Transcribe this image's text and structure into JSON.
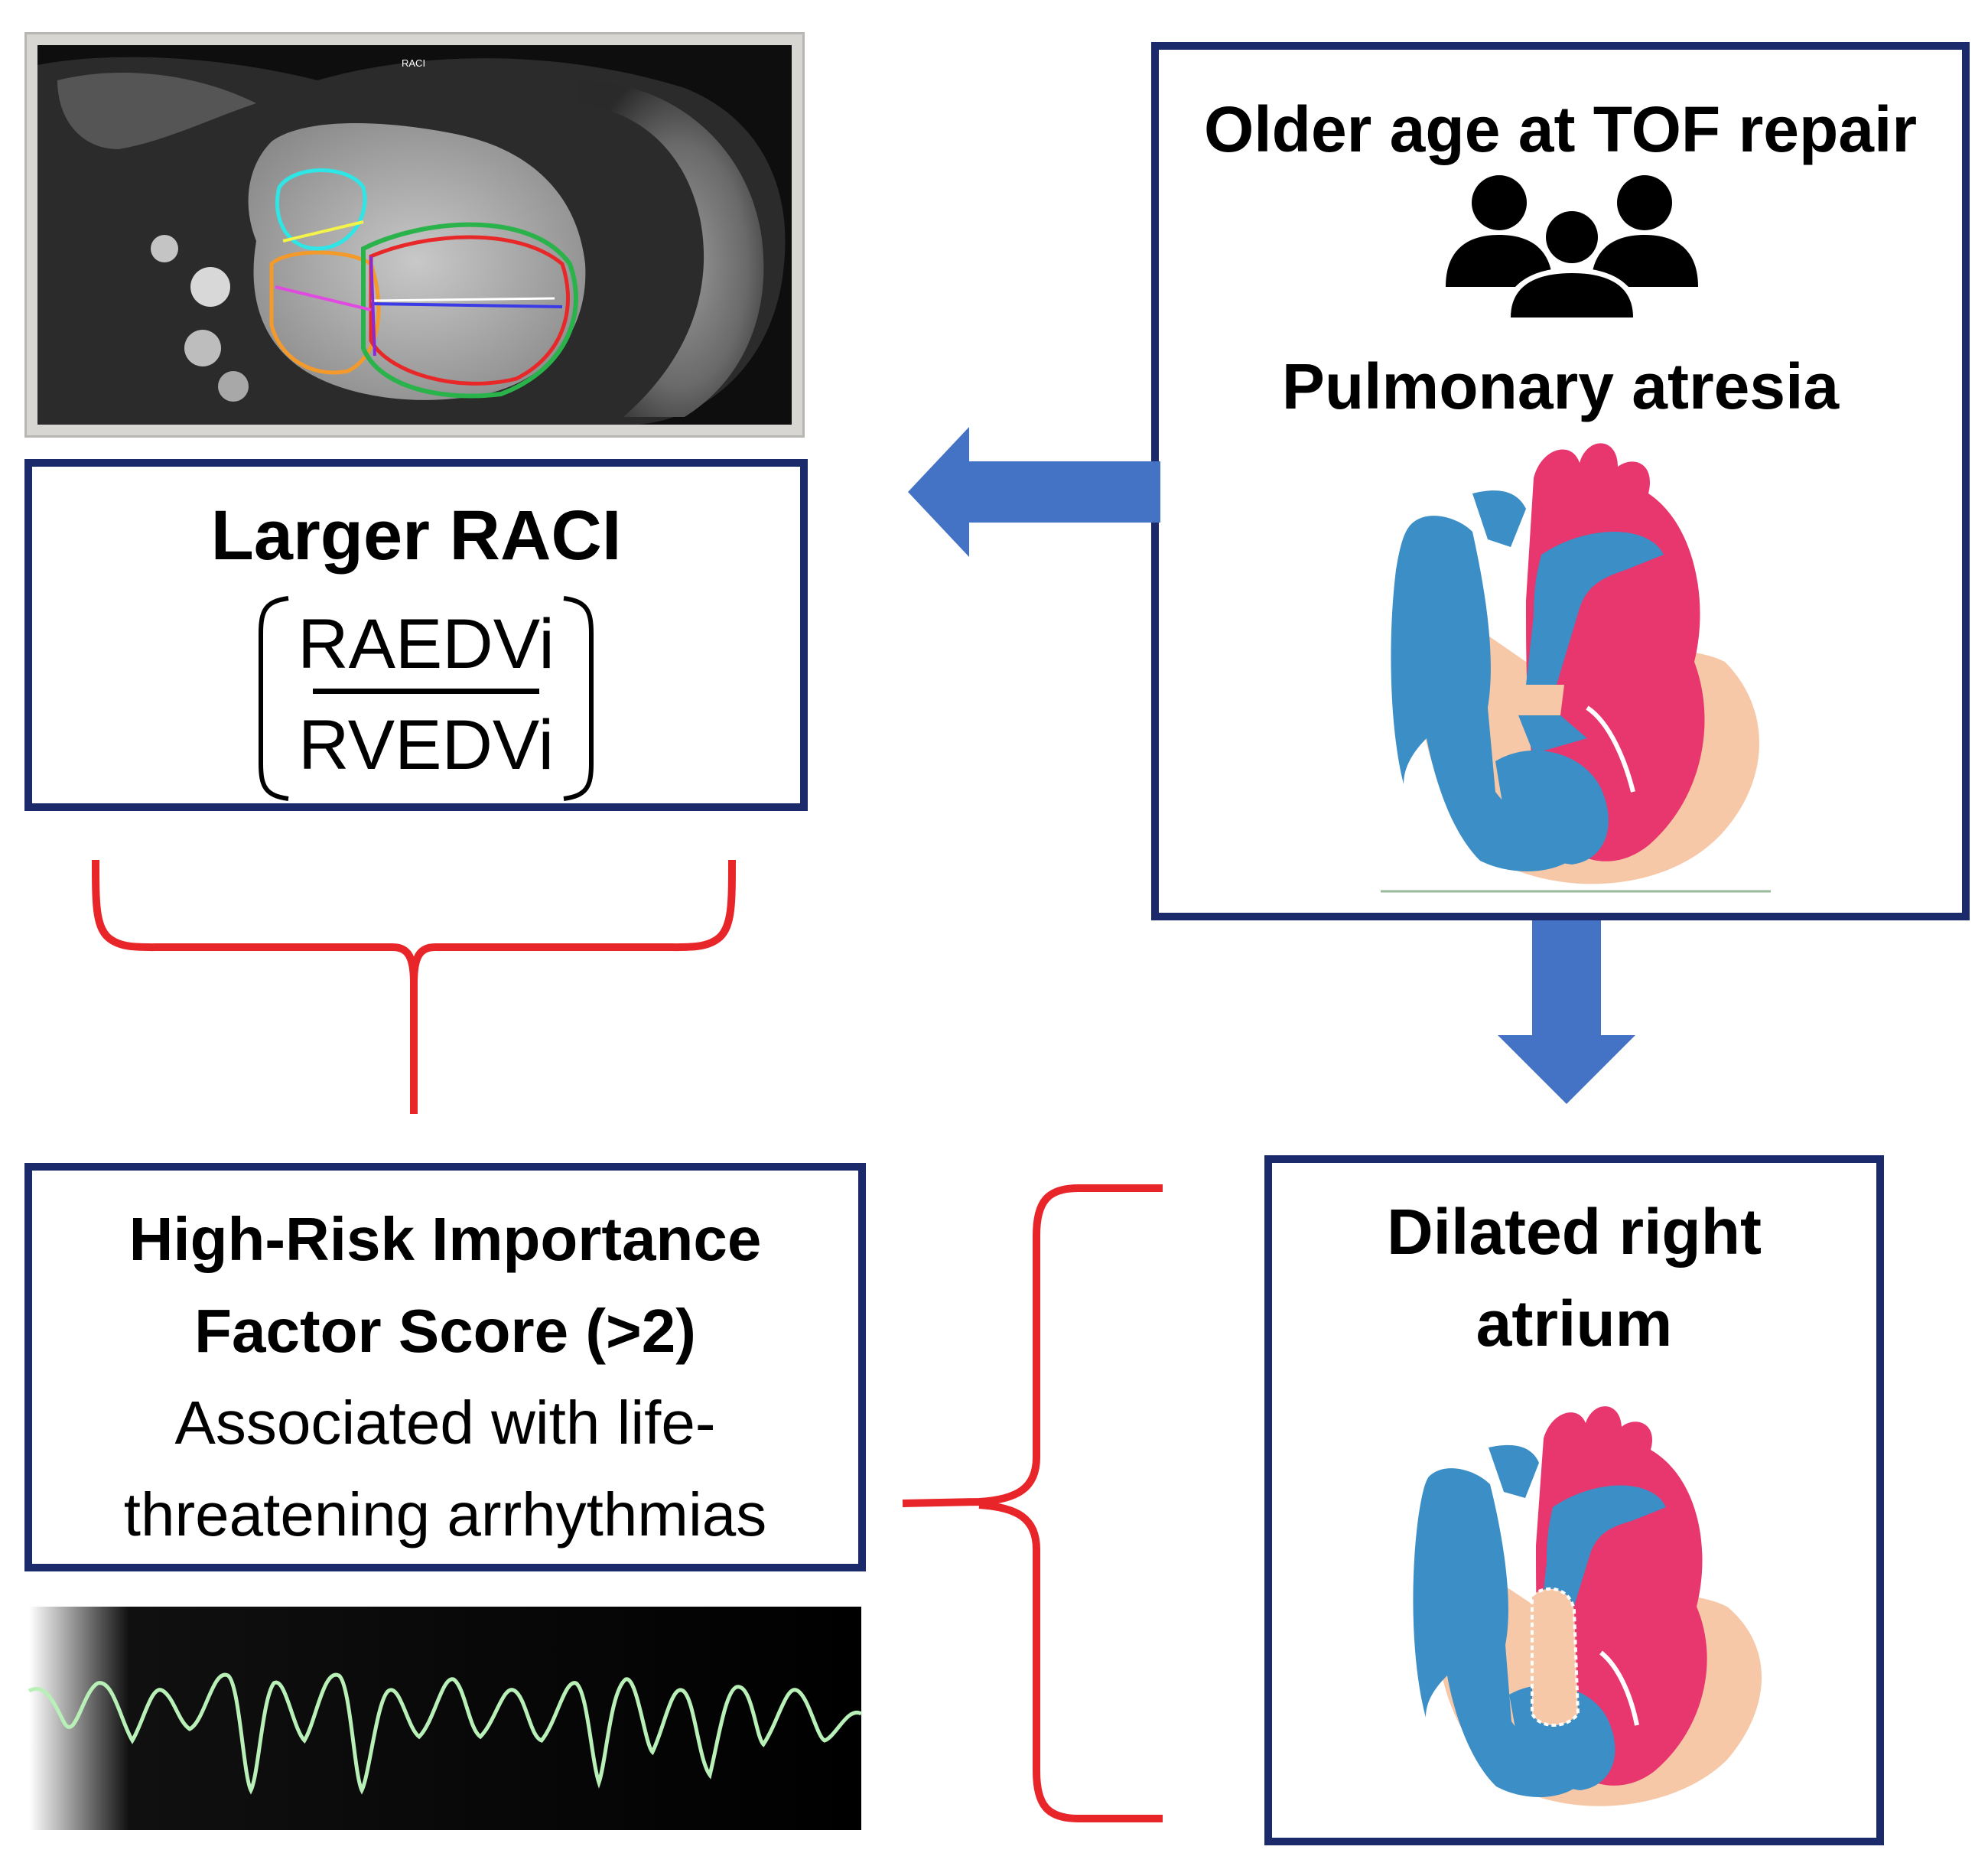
{
  "colors": {
    "box_border": "#1b2a6b",
    "arrow_fill": "#4472c4",
    "brace": "#e8262a",
    "heart_blue": "#3b8ec6",
    "heart_red": "#e8366e",
    "heart_peach": "#f6c8a8",
    "ecg_line": "#b8f0b8"
  },
  "mri_panel": {
    "overlay_text": "RACI"
  },
  "raci_box": {
    "title": "Larger RACI",
    "numerator": "RAEDVi",
    "denominator": "RVEDVi"
  },
  "risk_factors_box": {
    "line1": "Older age at TOF repair",
    "line2": "Pulmonary atresia",
    "people_icon": "group-people-icon",
    "heart_icon": "heart-diagram-icon"
  },
  "dilated_box": {
    "line1": "Dilated right",
    "line2": "atrium",
    "heart_icon": "dilated-heart-diagram-icon"
  },
  "score_box": {
    "line1": "High-Risk Importance",
    "line2": "Factor Score (>2)",
    "line3": "Associated with life-",
    "line4": "threatening arrhythmias"
  },
  "ecg_strip": {
    "icon": "ecg-waveform-icon"
  }
}
